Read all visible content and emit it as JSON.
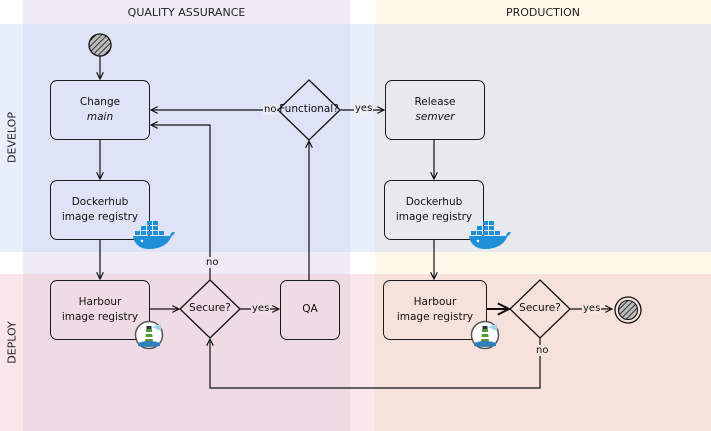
{
  "columns": {
    "qa": "QUALITY ASSURANCE",
    "production": "PRODUCTION"
  },
  "rows": {
    "develop": "DEVELOP",
    "deploy": "DEPLOY"
  },
  "nodes": {
    "change": {
      "title": "Change",
      "sub": "main"
    },
    "dockerhub_qa": {
      "title": "Dockerhub",
      "sub": "image registry"
    },
    "harbour_qa": {
      "title": "Harbour",
      "sub": "image registry"
    },
    "secure_qa": "Secure?",
    "qa": "QA",
    "functional": "Functional?",
    "release": {
      "title": "Release",
      "sub": "semver"
    },
    "dockerhub_prod": {
      "title": "Dockerhub",
      "sub": "image registry"
    },
    "harbour_prod": {
      "title": "Harbour",
      "sub": "image registry"
    },
    "secure_prod": "Secure?"
  },
  "edge_labels": {
    "functional_no": "no",
    "functional_yes": "yes",
    "secure_qa_no": "no",
    "secure_qa_yes": "yes",
    "secure_prod_yes": "yes",
    "secure_prod_no": "no"
  },
  "colors": {
    "qa_column": "#eae6f3",
    "production_column": "#fdf7e4",
    "develop_row": "#dfe6f6",
    "deploy_row": "#f6dfe0",
    "docker_blue": "#1f8fd8"
  },
  "icons": [
    "start-node-icon",
    "end-node-icon",
    "docker-whale-icon",
    "harbor-lighthouse-icon"
  ]
}
